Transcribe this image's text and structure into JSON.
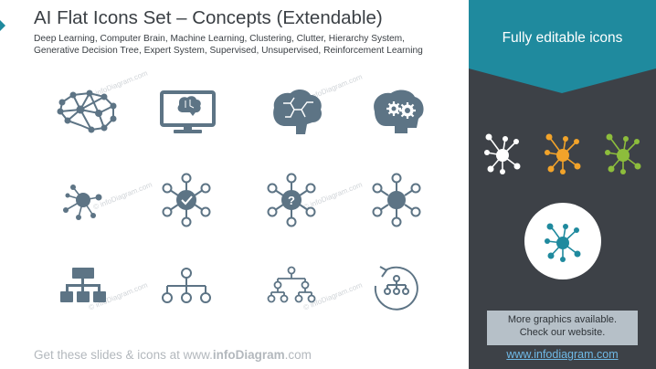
{
  "title": "AI Flat Icons Set – Concepts (Extendable)",
  "subtitle": "Deep Learning, Computer Brain, Machine Learning, Clustering, Clutter, Hierarchy System, Generative Decision Tree, Expert System, Supervised, Unsupervised, Reinforcement Learning",
  "footer": {
    "prefix": "Get these slides & icons at www.",
    "brand": "infoDiagram",
    "suffix": ".com"
  },
  "watermark": "© infoDiagram.com",
  "sidebar": {
    "banner_text": "Fully editable icons",
    "more_line1": "More graphics available.",
    "more_line2": "Check our website.",
    "link": "www.infodiagram.com"
  },
  "colors": {
    "icon": "#5d7485",
    "dark_panel": "#3d4147",
    "accent_teal": "#1f8a9e",
    "orange": "#f2a32a",
    "green": "#8dbd3c"
  },
  "icons": [
    "brain-network-icon",
    "computer-brain-icon",
    "brain-circuit-icon",
    "brain-gears-icon",
    "cluster-icon",
    "cluster-check-icon",
    "cluster-question-icon",
    "cluster-outline-icon",
    "hierarchy-icon",
    "decision-tree-icon",
    "expert-tree-icon",
    "reinforcement-cycle-icon"
  ]
}
